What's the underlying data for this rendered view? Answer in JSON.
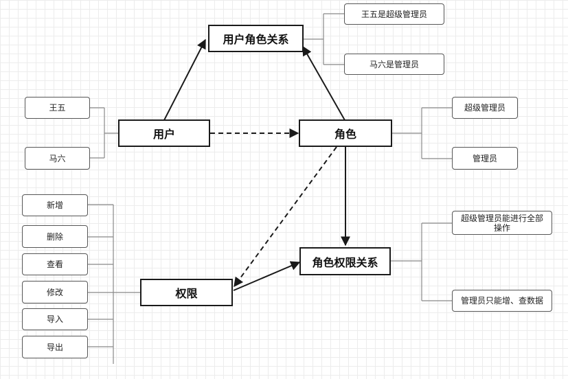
{
  "nodes": {
    "user_role_relation": "用户角色关系",
    "user": "用户",
    "role": "角色",
    "role_permission_relation": "角色权限关系",
    "permission": "权限"
  },
  "user_role_notes": [
    "王五是超级管理员",
    "马六是管理员"
  ],
  "users": [
    "王五",
    "马六"
  ],
  "roles": [
    "超级管理员",
    "管理员"
  ],
  "role_permission_notes": [
    "超级管理员能进行全部操作",
    "管理员只能增、查数据"
  ],
  "permissions": [
    "新增",
    "删除",
    "查看",
    "修改",
    "导入",
    "导出"
  ],
  "colors": {
    "line": "#1a1a1a",
    "connector": "#888888",
    "grid": "#ececec"
  }
}
